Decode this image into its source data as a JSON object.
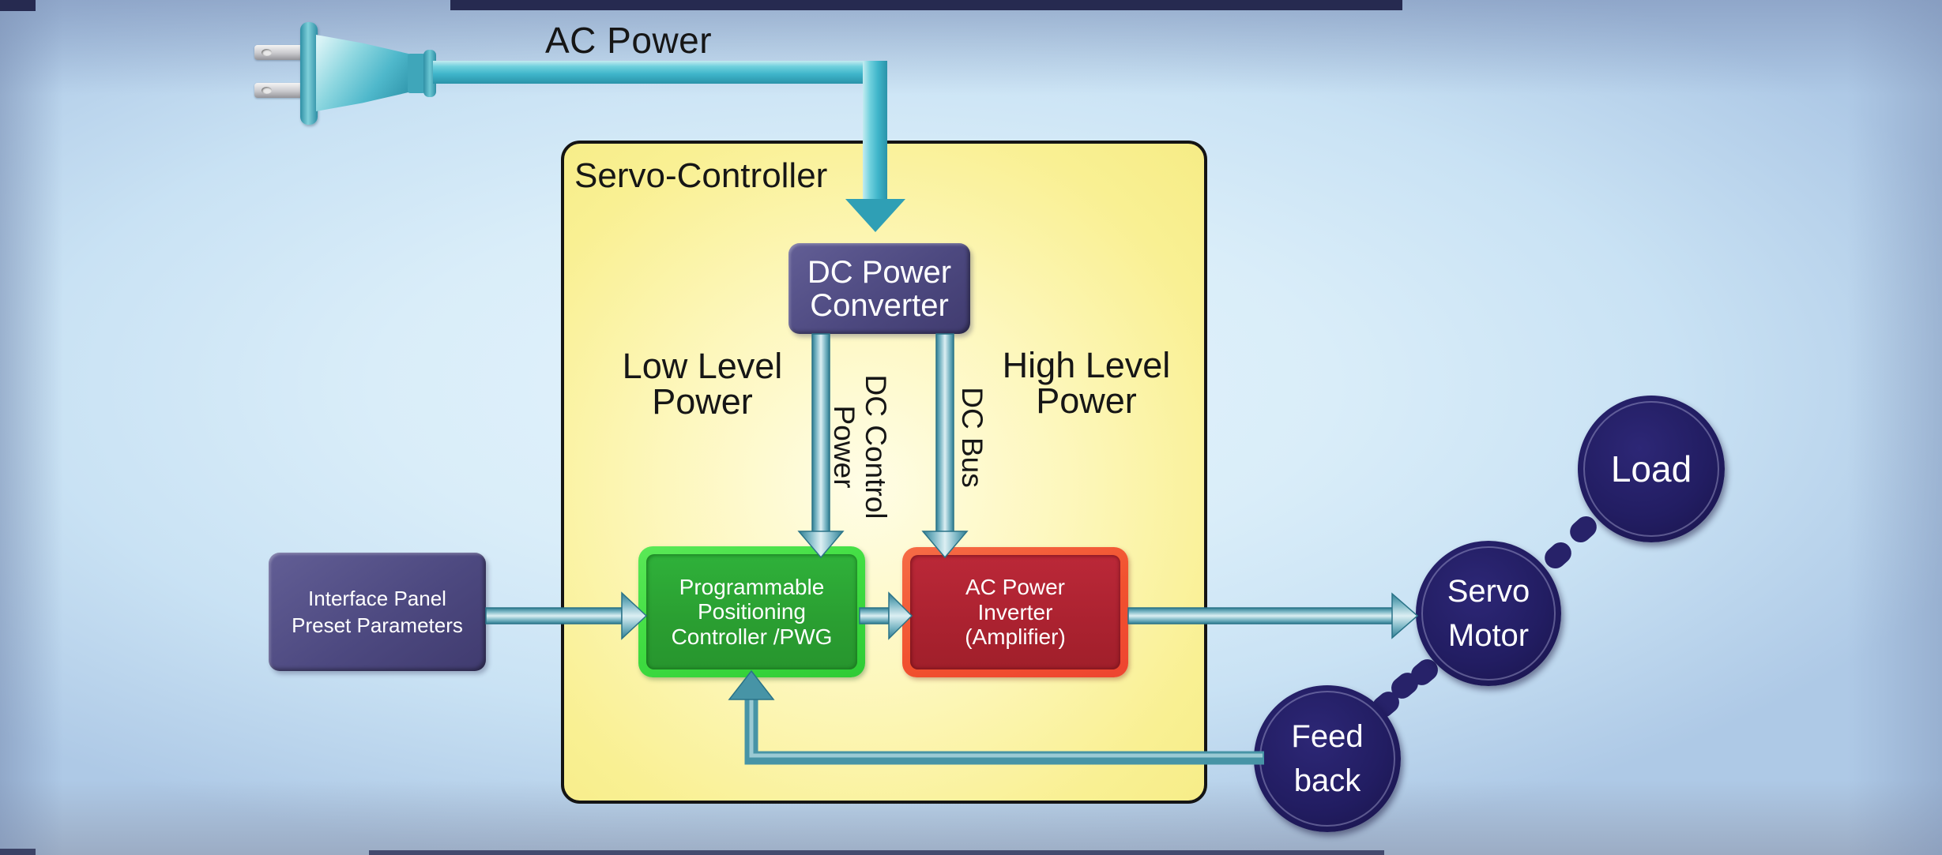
{
  "diagram": {
    "ac_power_label": "AC Power",
    "controller": {
      "title": "Servo-Controller",
      "dc_power_converter": {
        "line1": "DC Power",
        "line2": "Converter"
      },
      "low_level_power": {
        "line1": "Low Level",
        "line2": "Power"
      },
      "high_level_power": {
        "line1": "High Level",
        "line2": "Power"
      },
      "dc_control_power": {
        "line1": "DC Control",
        "line2": "Power"
      },
      "dc_bus": "DC Bus",
      "positioning_controller": {
        "line1": "Programmable",
        "line2": "Positioning",
        "line3": "Controller /PWG"
      },
      "inverter": {
        "line1": "AC Power",
        "line2": "Inverter",
        "line3": "(Amplifier)"
      }
    },
    "interface_panel": {
      "line1": "Interface Panel",
      "line2": "Preset Parameters"
    },
    "servo_motor": {
      "line1": "Servo",
      "line2": "Motor"
    },
    "load_label": "Load",
    "feedback": {
      "line1": "Feed",
      "line2": "back"
    },
    "colors": {
      "background_blue": "#d9edf9",
      "cable_teal": "#3fb5ca",
      "controller_yellow": "#f8ef93",
      "box_purple": "#4d4980",
      "green_border": "#3fdc41",
      "green_fill": "#2a9e31",
      "red_border": "#f1512f",
      "red_fill": "#ab2230",
      "circle_navy": "#221d62",
      "arrow_steel": "#4b93a8"
    }
  }
}
